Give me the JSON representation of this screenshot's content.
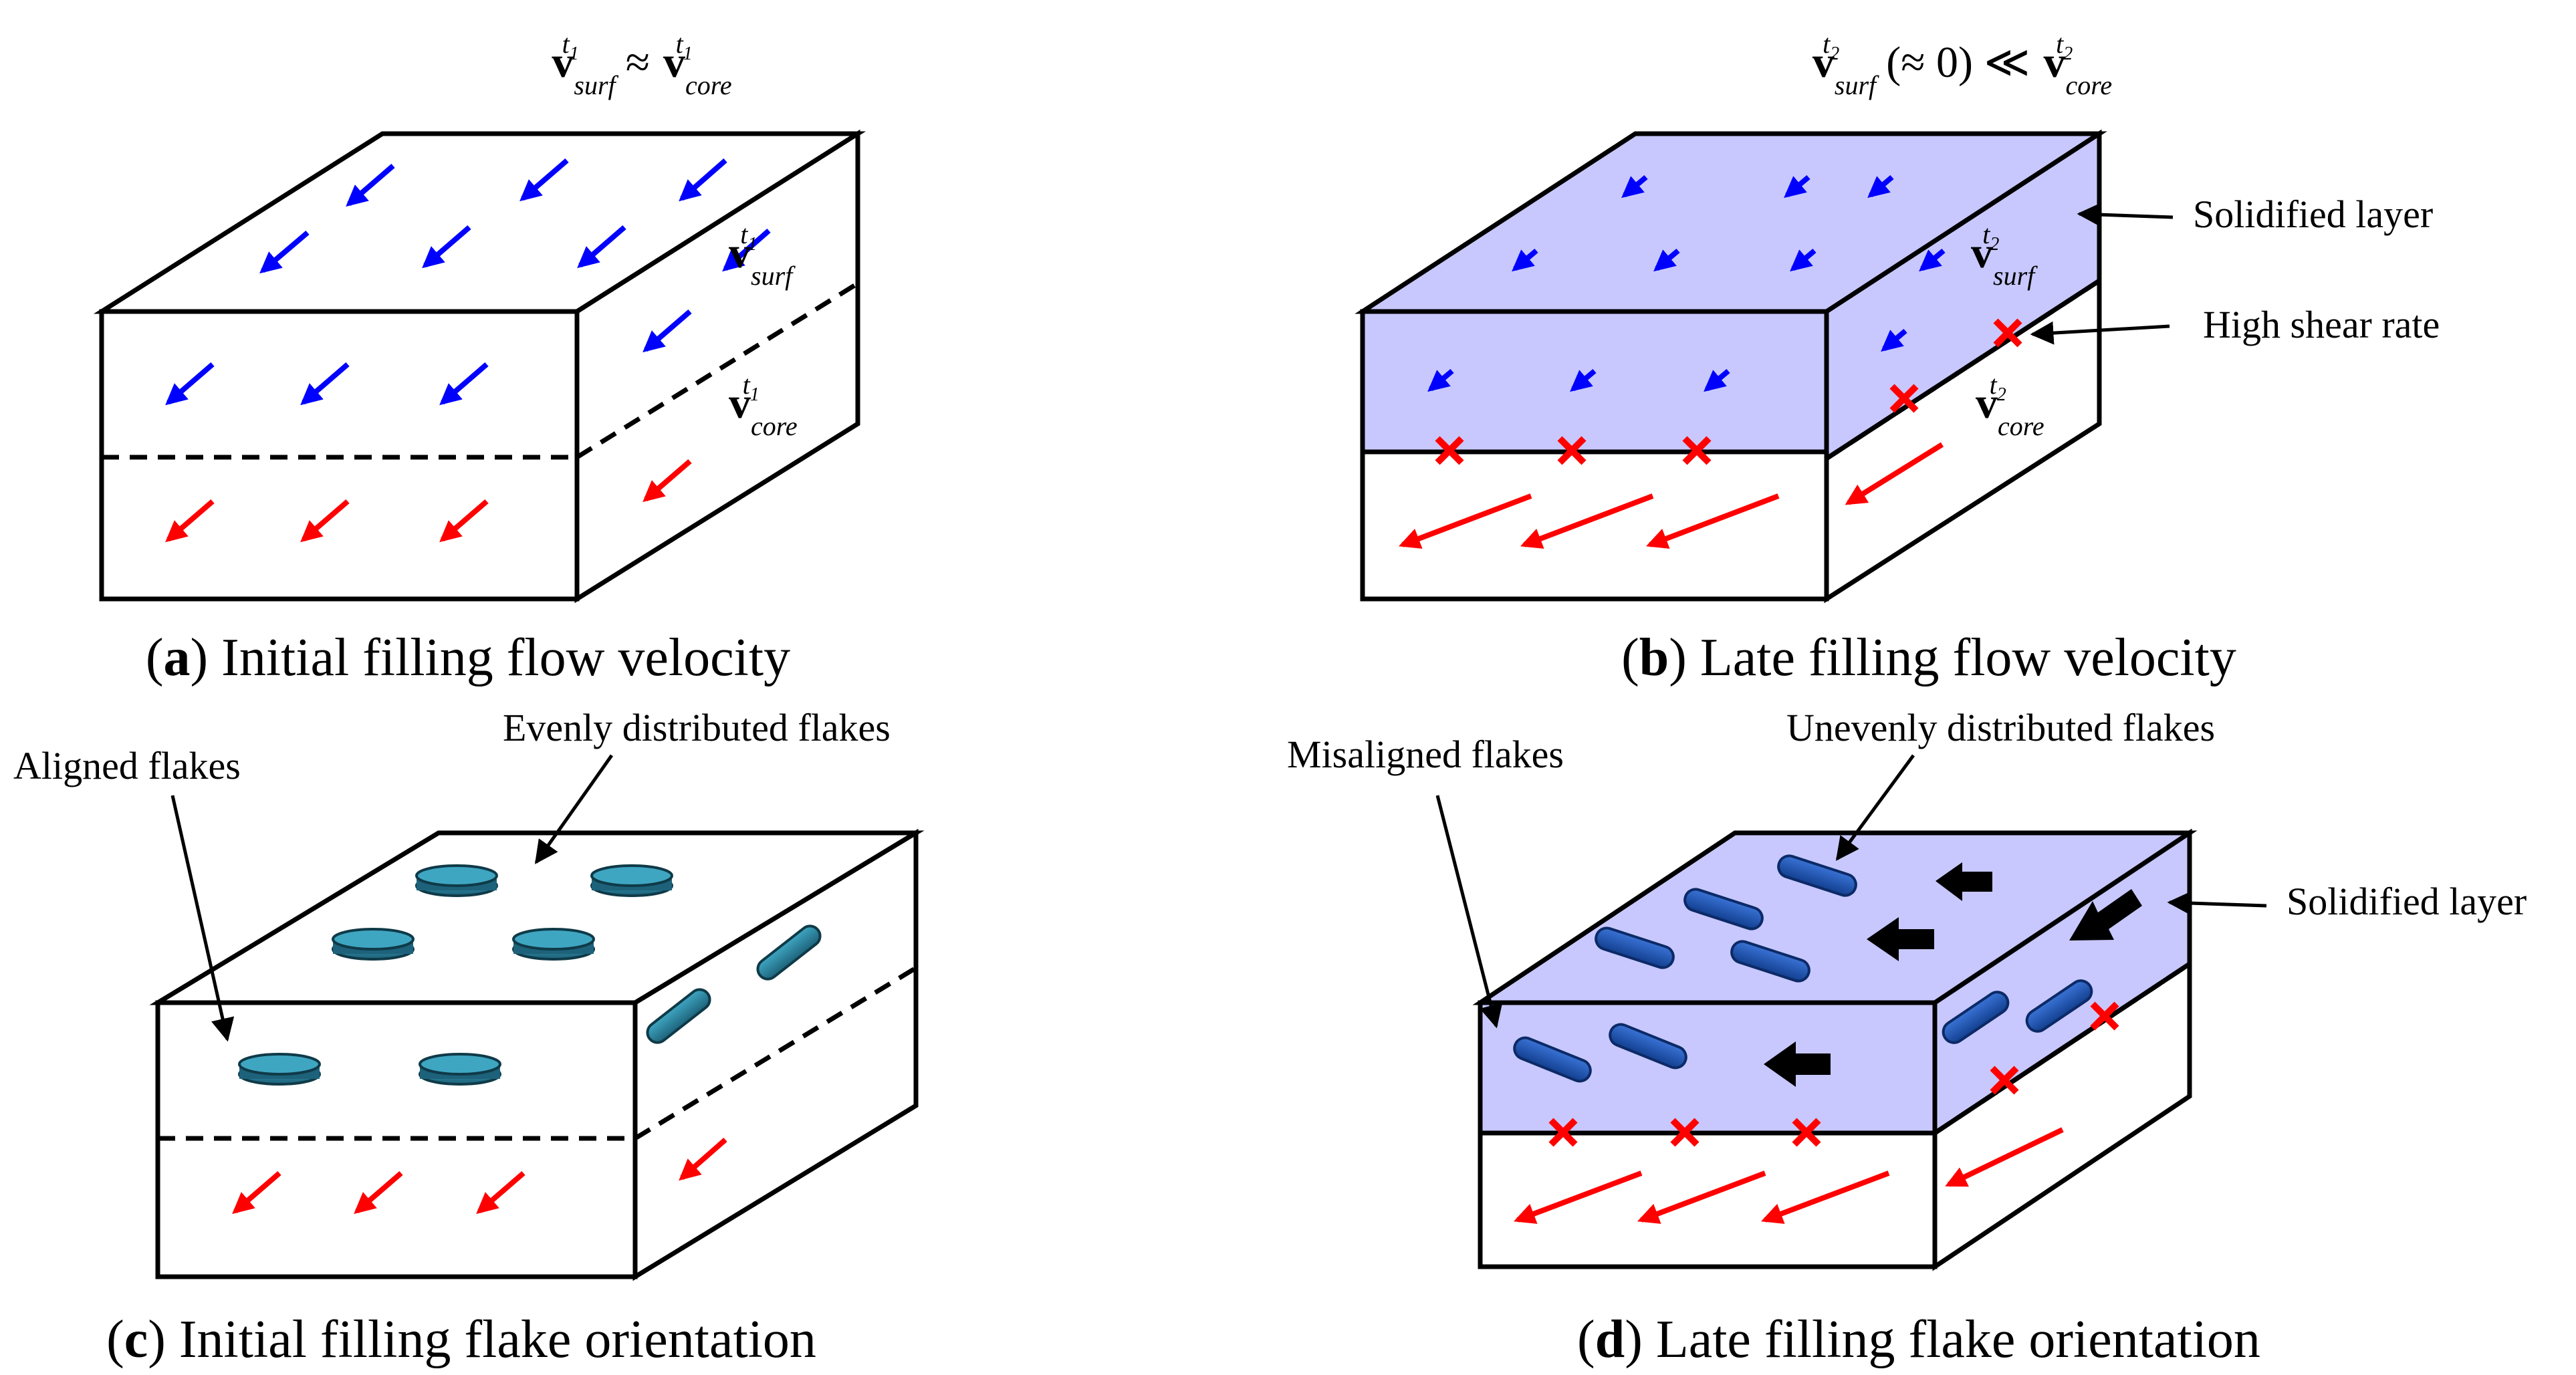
{
  "panels": {
    "a": {
      "equation": {
        "v": "v",
        "surf": "surf",
        "core": "core",
        "t": "t",
        "sub": "1",
        "relation": "≈"
      },
      "side_labels": {
        "v": "v",
        "surf": "surf",
        "core": "core",
        "t": "t",
        "sub": "1"
      },
      "caption_letter": "a",
      "caption_text": " Initial filling flow velocity"
    },
    "b": {
      "equation": {
        "v": "v",
        "surf": "surf",
        "core": "core",
        "t": "t",
        "sub": "2",
        "middle": "(≈ 0) ≪"
      },
      "side_labels": {
        "v": "v",
        "surf": "surf",
        "core": "core",
        "t": "t",
        "sub": "2"
      },
      "callouts": {
        "solidified": "Solidified layer",
        "shear": "High shear rate"
      },
      "caption_letter": "b",
      "caption_text": " Late filling flow velocity"
    },
    "c": {
      "callouts": {
        "aligned": "Aligned flakes",
        "evenly": "Evenly distributed flakes"
      },
      "caption_letter": "c",
      "caption_text": " Initial filling flake orientation"
    },
    "d": {
      "callouts": {
        "misaligned": "Misaligned flakes",
        "unevenly": "Unevenly distributed flakes",
        "solidified": "Solidified layer"
      },
      "caption_letter": "d",
      "caption_text": " Late filling flake orientation"
    }
  },
  "colors": {
    "outline": "#000000",
    "surface_arrow": "#0000ff",
    "core_arrow": "#ff0000",
    "solidified_fill": "#c8c8ff",
    "flake_teal": "#2a7f9a",
    "flake_blue": "#1f4fa8",
    "cross": "#ff0000"
  }
}
